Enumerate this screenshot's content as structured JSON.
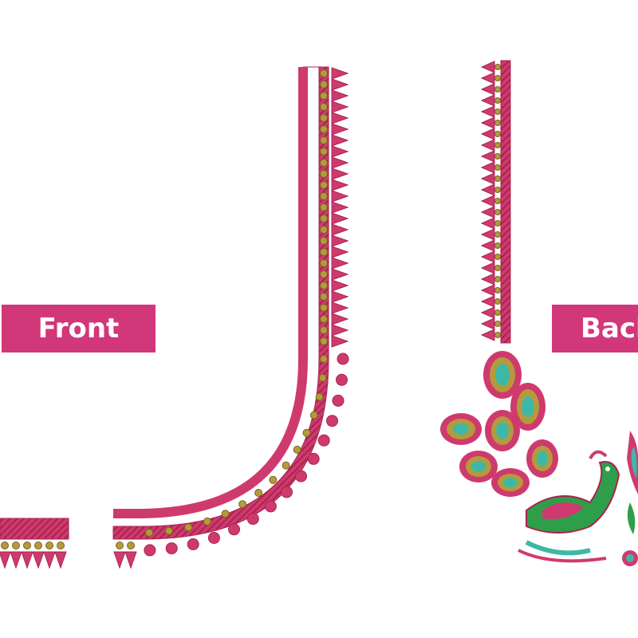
{
  "labels": {
    "front": "Front",
    "back": "Back"
  },
  "colors": {
    "background": "#ffffff",
    "label_bg": "#d2377a",
    "label_text": "#ffffff",
    "border_pink": "#cf3a6e",
    "border_pink_dark": "#a8244f",
    "bead_gold": "#b59a3c",
    "bead_dark": "#7a6420",
    "leaf_teal": "#3db8a6",
    "body_green": "#2f9e4a"
  },
  "icons": {
    "front_design": "neckline-border-front",
    "back_design": "neckline-border-peacock-back"
  }
}
